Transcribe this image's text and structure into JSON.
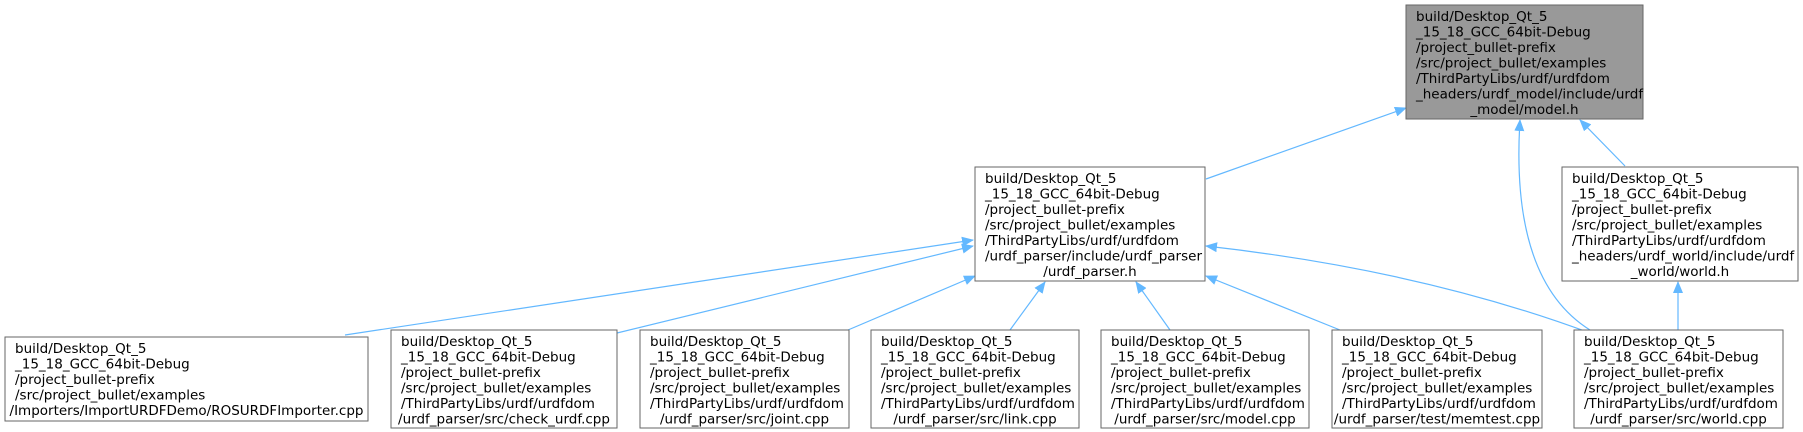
{
  "colors": {
    "edge": "#63B8FF",
    "node_border": "#666666",
    "node_fill": "#ffffff",
    "root_fill": "#999999",
    "text": "#000000"
  },
  "nodes": [
    {
      "id": "model_h",
      "highlight": true,
      "lines": [
        "build/Desktop_Qt_5",
        "_15_18_GCC_64bit-Debug",
        "/project_bullet-prefix",
        "/src/project_bullet/examples",
        "/ThirdPartyLibs/urdf/urdfdom",
        "_headers/urdf_model/include/urdf",
        "_model/model.h"
      ]
    },
    {
      "id": "urdf_parser_h",
      "highlight": false,
      "lines": [
        "build/Desktop_Qt_5",
        "_15_18_GCC_64bit-Debug",
        "/project_bullet-prefix",
        "/src/project_bullet/examples",
        "/ThirdPartyLibs/urdf/urdfdom",
        "/urdf_parser/include/urdf_parser",
        "/urdf_parser.h"
      ]
    },
    {
      "id": "world_h",
      "highlight": false,
      "lines": [
        "build/Desktop_Qt_5",
        "_15_18_GCC_64bit-Debug",
        "/project_bullet-prefix",
        "/src/project_bullet/examples",
        "/ThirdPartyLibs/urdf/urdfdom",
        "_headers/urdf_world/include/urdf",
        "_world/world.h"
      ]
    },
    {
      "id": "rosurdf_importer",
      "highlight": false,
      "lines": [
        "build/Desktop_Qt_5",
        "_15_18_GCC_64bit-Debug",
        "/project_bullet-prefix",
        "/src/project_bullet/examples",
        "/Importers/ImportURDFDemo/ROSURDFImporter.cpp"
      ]
    },
    {
      "id": "check_urdf",
      "highlight": false,
      "lines": [
        "build/Desktop_Qt_5",
        "_15_18_GCC_64bit-Debug",
        "/project_bullet-prefix",
        "/src/project_bullet/examples",
        "/ThirdPartyLibs/urdf/urdfdom",
        "/urdf_parser/src/check_urdf.cpp"
      ]
    },
    {
      "id": "joint_cpp",
      "highlight": false,
      "lines": [
        "build/Desktop_Qt_5",
        "_15_18_GCC_64bit-Debug",
        "/project_bullet-prefix",
        "/src/project_bullet/examples",
        "/ThirdPartyLibs/urdf/urdfdom",
        "/urdf_parser/src/joint.cpp"
      ]
    },
    {
      "id": "link_cpp",
      "highlight": false,
      "lines": [
        "build/Desktop_Qt_5",
        "_15_18_GCC_64bit-Debug",
        "/project_bullet-prefix",
        "/src/project_bullet/examples",
        "/ThirdPartyLibs/urdf/urdfdom",
        "/urdf_parser/src/link.cpp"
      ]
    },
    {
      "id": "model_cpp",
      "highlight": false,
      "lines": [
        "build/Desktop_Qt_5",
        "_15_18_GCC_64bit-Debug",
        "/project_bullet-prefix",
        "/src/project_bullet/examples",
        "/ThirdPartyLibs/urdf/urdfdom",
        "/urdf_parser/src/model.cpp"
      ]
    },
    {
      "id": "memtest_cpp",
      "highlight": false,
      "lines": [
        "build/Desktop_Qt_5",
        "_15_18_GCC_64bit-Debug",
        "/project_bullet-prefix",
        "/src/project_bullet/examples",
        "/ThirdPartyLibs/urdf/urdfdom",
        "/urdf_parser/test/memtest.cpp"
      ]
    },
    {
      "id": "world_cpp",
      "highlight": false,
      "lines": [
        "build/Desktop_Qt_5",
        "_15_18_GCC_64bit-Debug",
        "/project_bullet-prefix",
        "/src/project_bullet/examples",
        "/ThirdPartyLibs/urdf/urdfdom",
        "/urdf_parser/src/world.cpp"
      ]
    }
  ],
  "edges": [
    {
      "from": "urdf_parser_h",
      "to": "model_h"
    },
    {
      "from": "world_cpp",
      "to": "model_h"
    },
    {
      "from": "world_h",
      "to": "model_h"
    },
    {
      "from": "rosurdf_importer",
      "to": "urdf_parser_h"
    },
    {
      "from": "check_urdf",
      "to": "urdf_parser_h"
    },
    {
      "from": "joint_cpp",
      "to": "urdf_parser_h"
    },
    {
      "from": "link_cpp",
      "to": "urdf_parser_h"
    },
    {
      "from": "model_cpp",
      "to": "urdf_parser_h"
    },
    {
      "from": "memtest_cpp",
      "to": "urdf_parser_h"
    },
    {
      "from": "world_cpp",
      "to": "urdf_parser_h"
    },
    {
      "from": "world_cpp",
      "to": "world_h"
    }
  ]
}
